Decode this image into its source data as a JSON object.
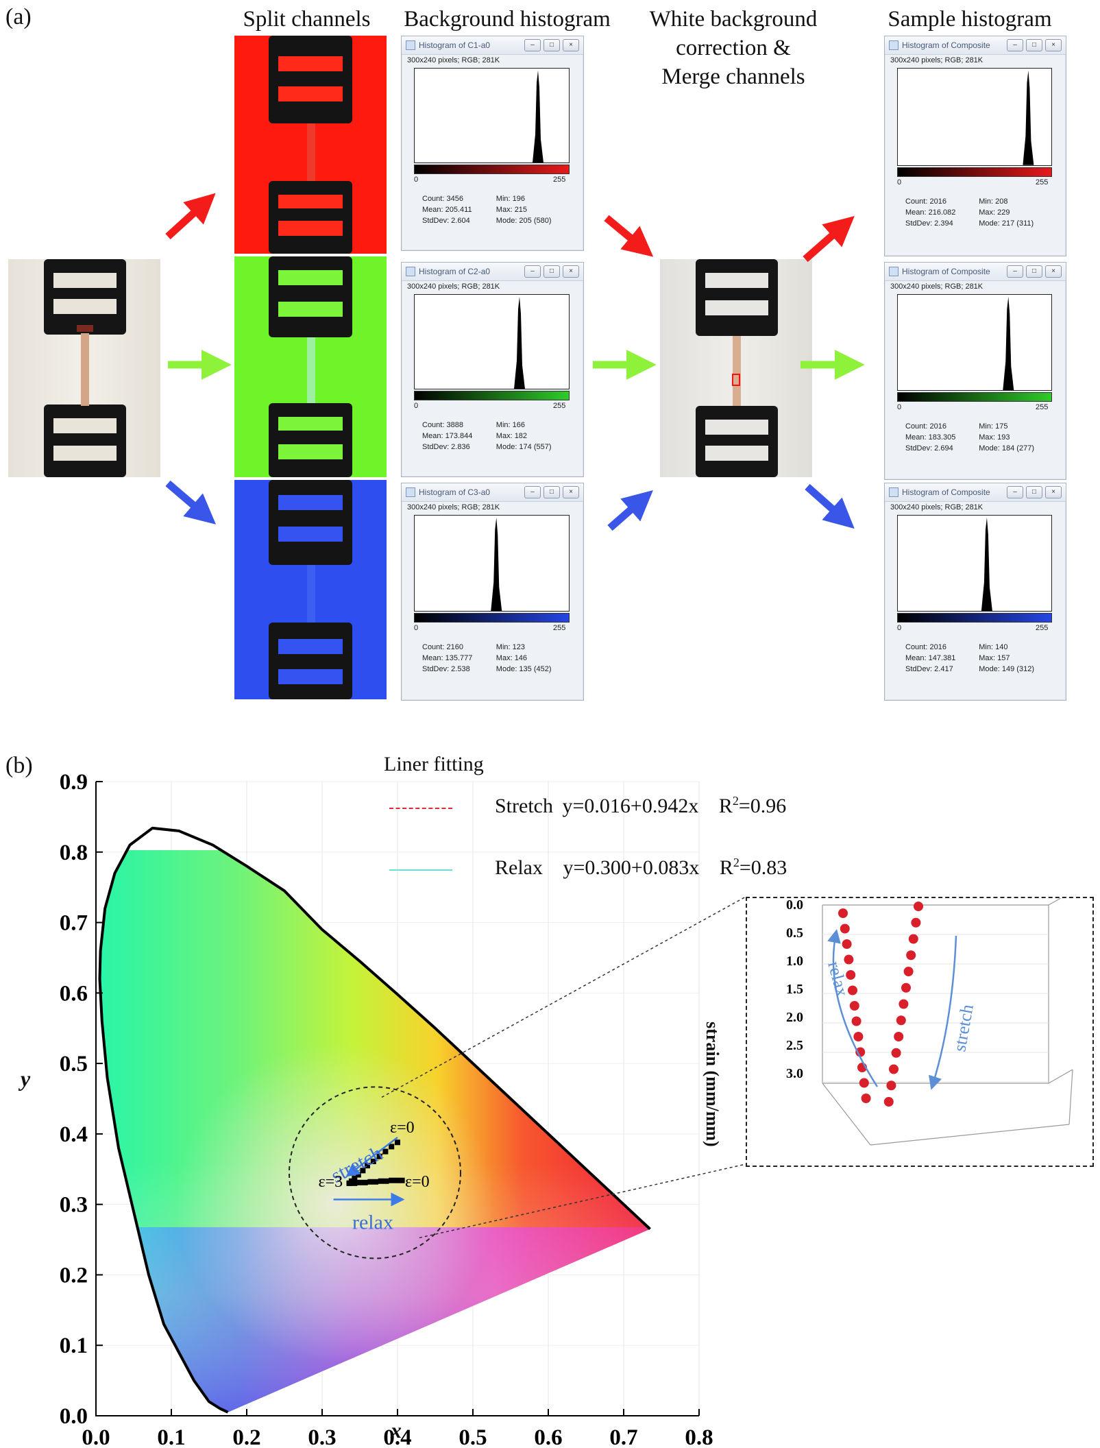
{
  "panel_a": {
    "label": "(a)",
    "titles": {
      "split": "Split channels",
      "background": "Background histogram",
      "white_line1": "White background",
      "white_line2": "correction &",
      "white_line3": "Merge channels",
      "sample": "Sample histogram"
    },
    "bg_histograms": [
      {
        "title": "Histogram of C1-a0",
        "sub": "300x240 pixels; RGB; 281K",
        "min_tick": "0",
        "max_tick": "255",
        "count": "Count: 3456",
        "mean": "Mean: 205.411",
        "stddev": "StdDev: 2.604",
        "min": "Min: 196",
        "max": "Max: 215",
        "mode": "Mode: 205 (580)",
        "peak": 0.8,
        "color": "#e8191b"
      },
      {
        "title": "Histogram of C2-a0",
        "sub": "300x240 pixels; RGB; 281K",
        "min_tick": "0",
        "max_tick": "255",
        "count": "Count: 3888",
        "mean": "Mean: 173.844",
        "stddev": "StdDev: 2.836",
        "min": "Min: 166",
        "max": "Max: 182",
        "mode": "Mode: 174 (557)",
        "peak": 0.68,
        "color": "#2fcb2a"
      },
      {
        "title": "Histogram of C3-a0",
        "sub": "300x240 pixels; RGB; 281K",
        "min_tick": "0",
        "max_tick": "255",
        "count": "Count: 2160",
        "mean": "Mean: 135.777",
        "stddev": "StdDev: 2.538",
        "min": "Min: 123",
        "max": "Max: 146",
        "mode": "Mode: 135 (452)",
        "peak": 0.53,
        "color": "#2546e6"
      }
    ],
    "sample_histograms": [
      {
        "title": "Histogram of Composite",
        "sub": "300x240 pixels; RGB; 281K",
        "min_tick": "0",
        "max_tick": "255",
        "count": "Count: 2016",
        "mean": "Mean: 216.082",
        "stddev": "StdDev: 2.394",
        "min": "Min: 208",
        "max": "Max: 229",
        "mode": "Mode: 217 (311)",
        "peak": 0.85,
        "color": "#e8191b"
      },
      {
        "title": "Histogram of Composite",
        "sub": "300x240 pixels; RGB; 281K",
        "min_tick": "0",
        "max_tick": "255",
        "count": "Count: 2016",
        "mean": "Mean: 183.305",
        "stddev": "StdDev: 2.694",
        "min": "Min: 175",
        "max": "Max: 193",
        "mode": "Mode: 184 (277)",
        "peak": 0.72,
        "color": "#2fcb2a"
      },
      {
        "title": "Histogram of Composite",
        "sub": "300x240 pixels; RGB; 281K",
        "min_tick": "0",
        "max_tick": "255",
        "count": "Count: 2016",
        "mean": "Mean: 147.381",
        "stddev": "StdDev: 2.417",
        "min": "Min: 140",
        "max": "Max: 157",
        "mode": "Mode: 149 (312)",
        "peak": 0.58,
        "color": "#2546e6"
      }
    ],
    "arrow_colors": {
      "red": "#f41b1b",
      "green": "#8ff23a",
      "blue": "#3a56e8"
    }
  },
  "panel_b": {
    "label": "(b)",
    "legend_title": "Liner fitting",
    "legend": [
      {
        "name": "Stretch",
        "eq": "y=0.016+0.942x",
        "r2_base": "R",
        "r2_sup": "2",
        "r2_val": "=0.96",
        "color": "#e3283c",
        "dash": true
      },
      {
        "name": "Relax",
        "eq": "y=0.300+0.083x",
        "r2_base": "R",
        "r2_sup": "2",
        "r2_val": "=0.83",
        "color": "#69e0d6",
        "dash": false
      }
    ],
    "annotations": {
      "stretch": "stretch",
      "relax": "relax",
      "eps0_top": "ε=0",
      "eps0_bottom": "ε=0",
      "eps3": "ε=3"
    },
    "inset": {
      "zlabel": "strain (mm/mm)",
      "zticks": [
        "0.0",
        "0.5",
        "1.0",
        "1.5",
        "2.0",
        "2.5",
        "3.0"
      ],
      "relax_label": "relax",
      "stretch_label": "stretch",
      "relax_points": [
        0.0,
        0.25,
        0.5,
        0.75,
        1.0,
        1.25,
        1.5,
        1.75,
        2.0,
        2.25,
        2.5,
        2.75,
        3.0
      ],
      "stretch_points": [
        0.0,
        0.25,
        0.5,
        0.75,
        1.0,
        1.25,
        1.5,
        1.75,
        2.0,
        2.25,
        2.5,
        2.75,
        3.0
      ]
    }
  },
  "chart_data": {
    "type": "scatter",
    "title": "",
    "xlabel": "x",
    "ylabel": "y",
    "xlim": [
      0.0,
      0.8
    ],
    "ylim": [
      0.0,
      0.9
    ],
    "xticks": [
      "0.0",
      "0.1",
      "0.2",
      "0.3",
      "0.4",
      "0.5",
      "0.6",
      "0.7",
      "0.8"
    ],
    "yticks": [
      "0.0",
      "0.1",
      "0.2",
      "0.3",
      "0.4",
      "0.5",
      "0.6",
      "0.7",
      "0.8",
      "0.9"
    ],
    "grid": false,
    "legend_position": "top-right",
    "series": [
      {
        "name": "Stretch",
        "x": [
          0.4,
          0.392,
          0.384,
          0.376,
          0.368,
          0.36,
          0.354,
          0.348,
          0.343,
          0.339,
          0.336
        ],
        "y": [
          0.388,
          0.382,
          0.375,
          0.368,
          0.361,
          0.355,
          0.348,
          0.342,
          0.337,
          0.333,
          0.33
        ]
      },
      {
        "name": "Relax",
        "x": [
          0.336,
          0.343,
          0.35,
          0.357,
          0.364,
          0.371,
          0.378,
          0.385,
          0.392,
          0.399,
          0.406
        ],
        "y": [
          0.33,
          0.33,
          0.331,
          0.331,
          0.332,
          0.332,
          0.333,
          0.333,
          0.334,
          0.334,
          0.334
        ]
      }
    ]
  }
}
